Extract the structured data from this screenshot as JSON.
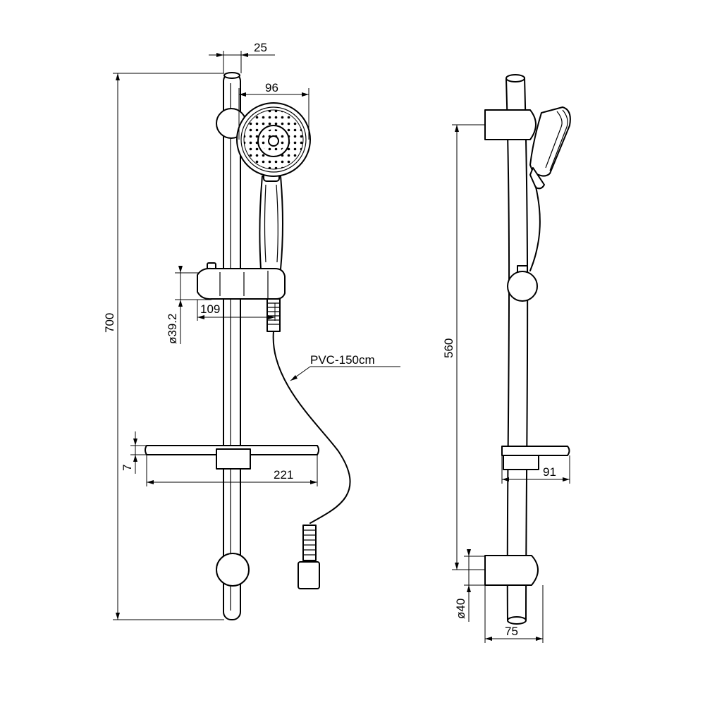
{
  "front_view": {
    "dim_bar_width": "25",
    "dim_head_diameter": "96",
    "dim_total_height": "700",
    "dim_holder_diameter": "ø39.2",
    "dim_holder_depth": "109",
    "dim_shelf_thickness": "7",
    "dim_shelf_width": "221",
    "hose_label": "PVC-150cm"
  },
  "side_view": {
    "dim_bracket_spacing": "560",
    "dim_shelf_depth": "91",
    "dim_bracket_diameter": "ø40",
    "dim_projection": "75"
  }
}
